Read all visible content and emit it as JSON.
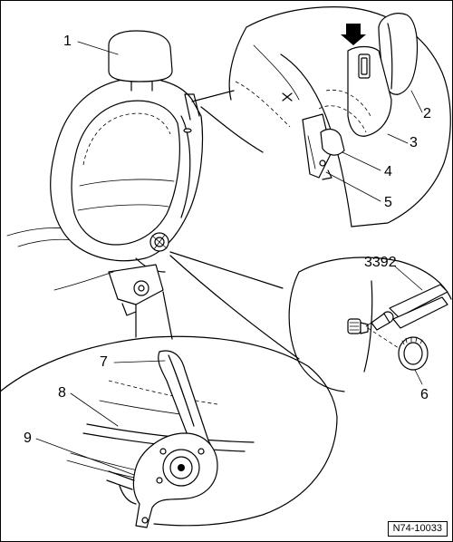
{
  "callouts": {
    "c1": "1",
    "c2": "2",
    "c3": "3",
    "c4": "4",
    "c5": "5",
    "c3392": "3392",
    "c6": "6",
    "c7": "7",
    "c8": "8",
    "c9": "9"
  },
  "reference_code": "N74-10033"
}
